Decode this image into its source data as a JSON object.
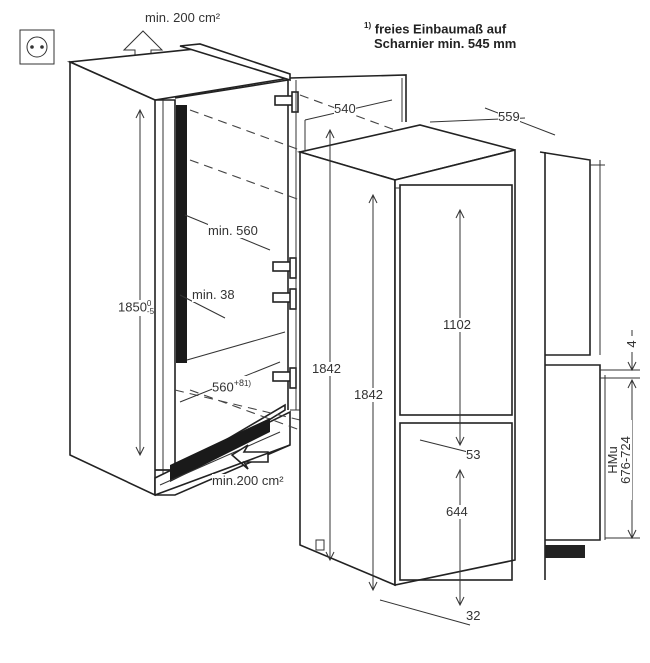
{
  "diagram": {
    "title": "Built-in fridge-freezer installation dimensions",
    "socket_icon": "power-socket-icon",
    "vent_top": "min. 200 cm²",
    "vent_bottom": "min.200 cm²",
    "footnote_marker": "1)",
    "footnote_line1": "freies Einbaumaß auf",
    "footnote_line2": "Scharnier min. 545 mm",
    "dims": {
      "depth_inner": "540",
      "depth_outer": "559",
      "niche_depth": "min. 560",
      "vent_gap": "min. 38",
      "niche_height": "1850",
      "niche_height_tol_upper": "0",
      "niche_height_tol_lower": "-5",
      "niche_width": "560",
      "niche_width_tol": "+8",
      "niche_width_note": "1)",
      "height_left": "1842",
      "height_right": "1842",
      "upper_door": "1102",
      "door_gap": "53",
      "lower_door": "644",
      "bottom_offset": "32",
      "panel_gap": "4",
      "hmu_label": "HMu",
      "hmu_range": "676-724"
    }
  }
}
